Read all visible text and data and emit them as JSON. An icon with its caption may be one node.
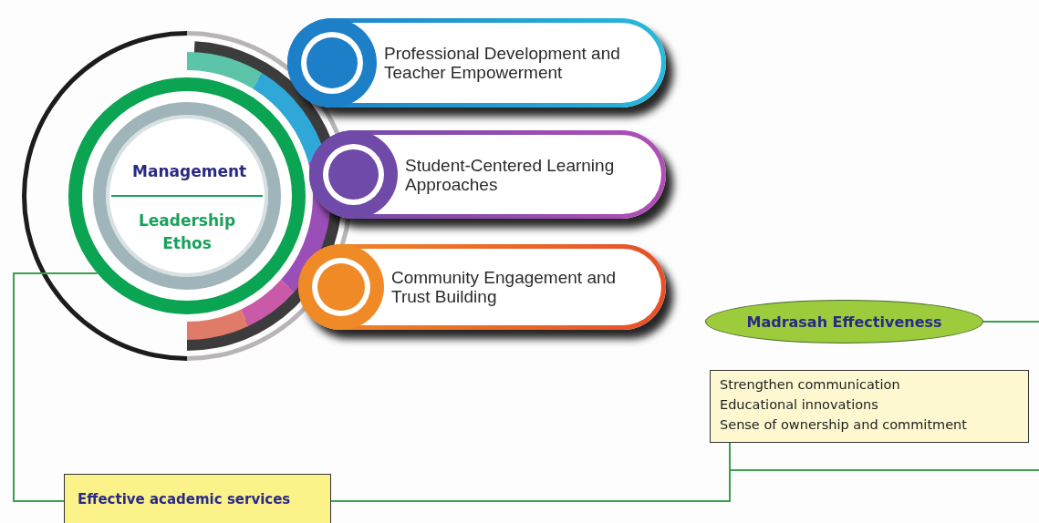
{
  "diagram": {
    "nodes": [
      {
        "text": [
          "Management",
          "Leadership Ethos"
        ]
      },
      {
        "text": [
          "Professional Development and Teacher Empowerment"
        ]
      },
      {
        "text": [
          "Student-Centered Learning Approaches"
        ]
      },
      {
        "text": [
          "Community Engagement and Trust Building"
        ]
      },
      {
        "text": [
          "Madrasah Effectiveness"
        ]
      },
      {
        "text": [
          "Strengthen communication",
          "Educational innovations",
          "Sense of ownership and commitment"
        ]
      },
      {
        "text": [
          "Effective academic services"
        ]
      }
    ],
    "edges": [
      {
        "from": 0,
        "to": 6,
        "arrow": "none"
      },
      {
        "from": 6,
        "to": 5,
        "arrow": "none"
      },
      {
        "from": 5,
        "to": null,
        "arrow": "none"
      },
      {
        "from": 4,
        "to": null,
        "arrow": "none"
      }
    ]
  }
}
